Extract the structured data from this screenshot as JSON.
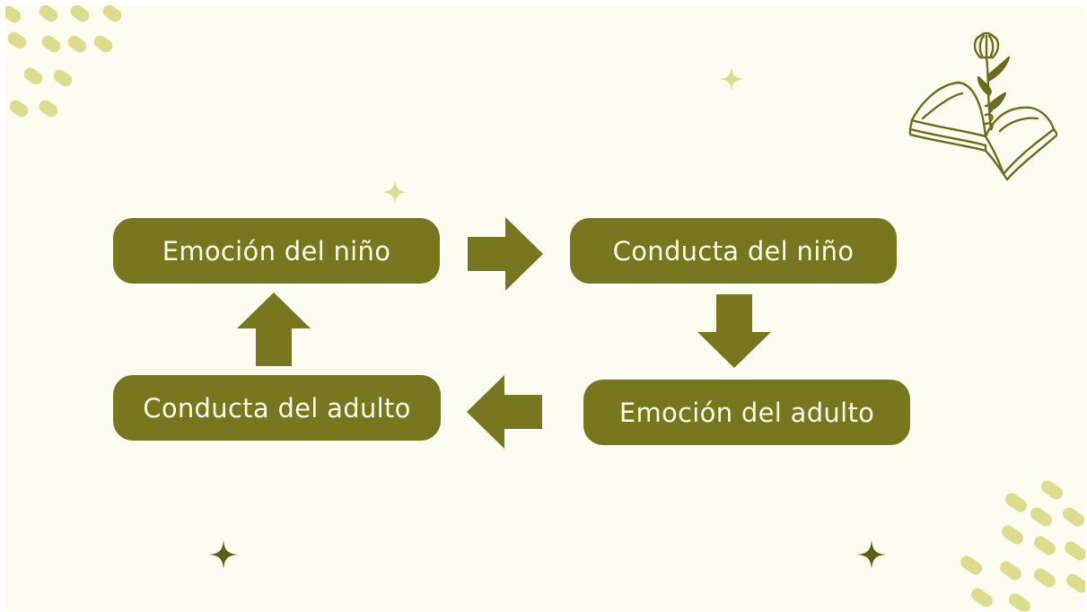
{
  "diagram": {
    "nodes": [
      {
        "id": "emocion-nino",
        "label": "Emoción del niño"
      },
      {
        "id": "conducta-nino",
        "label": "Conducta del niño"
      },
      {
        "id": "emocion-adulto",
        "label": "Emoción del adulto"
      },
      {
        "id": "conducta-adulto",
        "label": "Conducta del adulto"
      }
    ],
    "edges": [
      {
        "from": "emocion-nino",
        "to": "conducta-nino"
      },
      {
        "from": "conducta-nino",
        "to": "emocion-adulto"
      },
      {
        "from": "emocion-adulto",
        "to": "conducta-adulto"
      },
      {
        "from": "conducta-adulto",
        "to": "emocion-nino"
      }
    ]
  },
  "colors": {
    "background": "#fcfcf0",
    "box_fill": "#78771f",
    "box_text": "#fbfbe9",
    "arrow_fill": "#78771f",
    "dot_fill": "#dcdc8c",
    "sparkle_light": "#dcdc8c",
    "sparkle_dark": "#5f5e16",
    "illustration_stroke": "#6d6c1c"
  },
  "decorations": {
    "sparkle_icon": "four-point-star",
    "illustration_icon": "open-book-with-flower",
    "pattern_icon": "pill-dots"
  }
}
